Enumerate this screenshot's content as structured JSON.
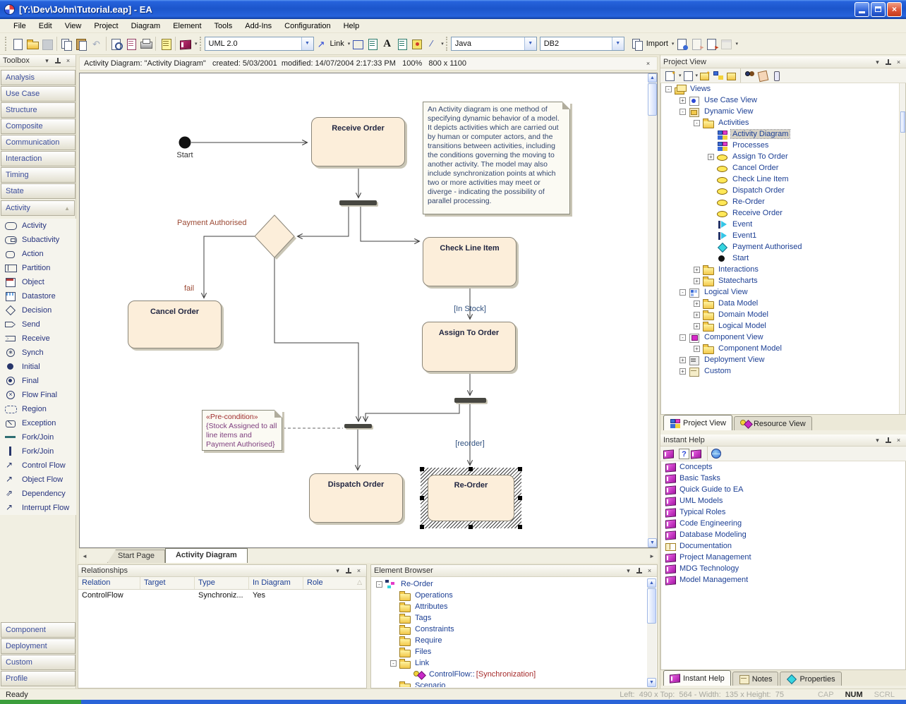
{
  "window": {
    "title": "[Y:\\Dev\\John\\Tutorial.eap] - EA"
  },
  "menu": {
    "items": [
      "File",
      "Edit",
      "View",
      "Project",
      "Diagram",
      "Element",
      "Tools",
      "Add-Ins",
      "Configuration",
      "Help"
    ]
  },
  "toolbar": {
    "uml": "UML 2.0",
    "link": "Link",
    "java": "Java",
    "db": "DB2",
    "import": "Import"
  },
  "toolbox": {
    "title": "Toolbox",
    "groups_top": [
      {
        "label": "Analysis"
      },
      {
        "label": "Use Case"
      },
      {
        "label": "Structure"
      },
      {
        "label": "Composite"
      },
      {
        "label": "Communication"
      },
      {
        "label": "Interaction"
      },
      {
        "label": "Timing"
      },
      {
        "label": "State"
      }
    ],
    "active_group": {
      "label": "Activity"
    },
    "items": [
      {
        "label": "Activity",
        "icon": "activity"
      },
      {
        "label": "Subactivity",
        "icon": "subactivity"
      },
      {
        "label": "Action",
        "icon": "action"
      },
      {
        "label": "Partition",
        "icon": "partition"
      },
      {
        "label": "Object",
        "icon": "object"
      },
      {
        "label": "Datastore",
        "icon": "datastore"
      },
      {
        "label": "Decision",
        "icon": "decision"
      },
      {
        "label": "Send",
        "icon": "send"
      },
      {
        "label": "Receive",
        "icon": "receive"
      },
      {
        "label": "Synch",
        "icon": "synch"
      },
      {
        "label": "Initial",
        "icon": "initial"
      },
      {
        "label": "Final",
        "icon": "final"
      },
      {
        "label": "Flow Final",
        "icon": "flowfinal"
      },
      {
        "label": "Region",
        "icon": "region"
      },
      {
        "label": "Exception",
        "icon": "exception"
      },
      {
        "label": "Fork/Join",
        "icon": "forkh"
      },
      {
        "label": "Fork/Join",
        "icon": "forkv"
      },
      {
        "label": "Control Flow",
        "icon": "cflow"
      },
      {
        "label": "Object Flow",
        "icon": "oflow"
      },
      {
        "label": "Dependency",
        "icon": "dep"
      },
      {
        "label": "Interrupt Flow",
        "icon": "iflow"
      }
    ],
    "groups_bottom": [
      {
        "label": "Component"
      },
      {
        "label": "Deployment"
      },
      {
        "label": "Custom"
      },
      {
        "label": "Profile"
      }
    ]
  },
  "diagram": {
    "header": "Activity Diagram: \"Activity Diagram\"   created: 5/03/2001  modified: 14/07/2004 2:17:33 PM   100%   800 x 1100",
    "nodes": {
      "receive": "Receive Order",
      "cancel": "Cancel Order",
      "check": "Check Line Item",
      "assign": "Assign To Order",
      "dispatch": "Dispatch Order",
      "reorder": "Re-Order"
    },
    "labels": {
      "start": "Start",
      "payment": "Payment Authorised",
      "fail": "fail",
      "instock": "[In Stock]",
      "reorder_guard": "[reorder]"
    },
    "note": "An Activity diagram is one method of specifying dynamic behavior of a model. It depicts activities which are carried out by human or computer actors, and the transitions between activities, including the conditions governing the moving to another activity. The model may also include synchronization points at which two or more activities may meet or diverge - indicating the possibility of parallel processing.",
    "precondition": {
      "stereotype": "«Pre-condition»",
      "body": "{Stock Assigned to all line items and Payment Authorised}"
    }
  },
  "tabs": {
    "start": "Start Page",
    "activity": "Activity Diagram"
  },
  "relationships": {
    "title": "Relationships",
    "columns": [
      "Relation",
      "Target",
      "Type",
      "In Diagram",
      "Role"
    ],
    "row": {
      "relation": "ControlFlow",
      "target": "",
      "type": "Synchroniz...",
      "in_diagram": "Yes",
      "role": ""
    }
  },
  "element_browser": {
    "title": "Element Browser",
    "rows": [
      {
        "label": "Re-Order",
        "depth": 0,
        "exp": "-",
        "icon": "ebroot"
      },
      {
        "label": "Operations",
        "depth": 1,
        "exp": "n",
        "icon": "folder"
      },
      {
        "label": "Attributes",
        "depth": 1,
        "exp": "n",
        "icon": "folder"
      },
      {
        "label": "Tags",
        "depth": 1,
        "exp": "n",
        "icon": "folder"
      },
      {
        "label": "Constraints",
        "depth": 1,
        "exp": "n",
        "icon": "folder"
      },
      {
        "label": "Require",
        "depth": 1,
        "exp": "n",
        "icon": "folder"
      },
      {
        "label": "Files",
        "depth": 1,
        "exp": "n",
        "icon": "folder"
      },
      {
        "label": "Link",
        "depth": 1,
        "exp": "-",
        "icon": "folder"
      },
      {
        "label": "ControlFlow::",
        "label2": " [Synchronization]",
        "depth": 2,
        "exp": "n",
        "icon": "linkkey"
      },
      {
        "label": "Scenario",
        "depth": 1,
        "exp": "n",
        "icon": "folder"
      }
    ]
  },
  "project_view": {
    "title": "Project View",
    "tabs": {
      "project": "Project View",
      "resource": "Resource View"
    },
    "tree": [
      {
        "label": "Views",
        "depth": 0,
        "exp": "-",
        "icon": "views"
      },
      {
        "label": "Use Case View",
        "depth": 1,
        "exp": "+",
        "icon": "ucv"
      },
      {
        "label": "Dynamic View",
        "depth": 1,
        "exp": "-",
        "icon": "dyn"
      },
      {
        "label": "Activities",
        "depth": 2,
        "exp": "-",
        "icon": "folder"
      },
      {
        "label": "Activity Diagram",
        "depth": 3,
        "exp": "n",
        "icon": "diag",
        "sel": 1
      },
      {
        "label": "Processes",
        "depth": 3,
        "exp": "n",
        "icon": "diag"
      },
      {
        "label": "Assign To Order",
        "depth": 3,
        "exp": "+",
        "icon": "oval"
      },
      {
        "label": "Cancel Order",
        "depth": 3,
        "exp": "n",
        "icon": "oval"
      },
      {
        "label": "Check Line Item",
        "depth": 3,
        "exp": "n",
        "icon": "oval"
      },
      {
        "label": "Dispatch Order",
        "depth": 3,
        "exp": "n",
        "icon": "oval"
      },
      {
        "label": "Re-Order",
        "depth": 3,
        "exp": "n",
        "icon": "oval"
      },
      {
        "label": "Receive Order",
        "depth": 3,
        "exp": "n",
        "icon": "oval"
      },
      {
        "label": "Event",
        "depth": 3,
        "exp": "n",
        "icon": "event"
      },
      {
        "label": "Event1",
        "depth": 3,
        "exp": "n",
        "icon": "event"
      },
      {
        "label": "Payment Authorised",
        "depth": 3,
        "exp": "n",
        "icon": "diamond"
      },
      {
        "label": "Start",
        "depth": 3,
        "exp": "n",
        "icon": "dot"
      },
      {
        "label": "Interactions",
        "depth": 2,
        "exp": "+",
        "icon": "folder"
      },
      {
        "label": "Statecharts",
        "depth": 2,
        "exp": "+",
        "icon": "folder"
      },
      {
        "label": "Logical View",
        "depth": 1,
        "exp": "-",
        "icon": "logical"
      },
      {
        "label": "Data Model",
        "depth": 2,
        "exp": "+",
        "icon": "folder"
      },
      {
        "label": "Domain Model",
        "depth": 2,
        "exp": "+",
        "icon": "folder"
      },
      {
        "label": "Logical Model",
        "depth": 2,
        "exp": "+",
        "icon": "folder"
      },
      {
        "label": "Component View",
        "depth": 1,
        "exp": "-",
        "icon": "compv"
      },
      {
        "label": "Component Model",
        "depth": 2,
        "exp": "+",
        "icon": "folder"
      },
      {
        "label": "Deployment View",
        "depth": 1,
        "exp": "+",
        "icon": "depv"
      },
      {
        "label": "Custom",
        "depth": 1,
        "exp": "+",
        "icon": "custom"
      }
    ]
  },
  "instant_help": {
    "title": "Instant Help",
    "items": [
      {
        "label": "Concepts",
        "icon": "book"
      },
      {
        "label": "Basic Tasks",
        "icon": "book"
      },
      {
        "label": "Quick Guide to EA",
        "icon": "book"
      },
      {
        "label": "UML Models",
        "icon": "book"
      },
      {
        "label": "Typical Roles",
        "icon": "book"
      },
      {
        "label": "Code Engineering",
        "icon": "book"
      },
      {
        "label": "Database Modeling",
        "icon": "book"
      },
      {
        "label": "Documentation",
        "icon": "openbook"
      },
      {
        "label": "Project Management",
        "icon": "book"
      },
      {
        "label": "MDG Technology",
        "icon": "book"
      },
      {
        "label": "Model Management",
        "icon": "book"
      }
    ],
    "tabs": {
      "help": "Instant Help",
      "notes": "Notes",
      "props": "Properties"
    }
  },
  "status": {
    "ready": "Ready",
    "coords": "Left:  490 x Top:  564 - Width:  135 x Height:  75",
    "cap": "CAP",
    "num": "NUM",
    "scrl": "SCRL"
  }
}
